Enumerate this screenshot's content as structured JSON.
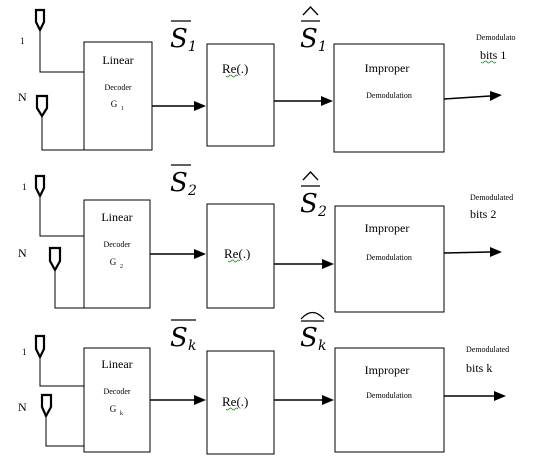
{
  "stages": [
    {
      "antenna_top_label": "1",
      "antenna_bottom_label": "N",
      "decoder_title": "Linear",
      "decoder_subtitle": "Decoder",
      "decoder_gain": "G",
      "decoder_gain_sub": "1",
      "signal_symbol": "S",
      "signal_sub": "1",
      "estimate_symbol": "S",
      "estimate_sub": "1",
      "re_label": "Re(.)",
      "demod_title": "Improper",
      "demod_subtitle": "Demodulation",
      "output_line1": "Demodulato",
      "output_line2": "bits 1"
    },
    {
      "antenna_top_label": "1",
      "antenna_bottom_label": "N",
      "decoder_title": "Linear",
      "decoder_subtitle": "Decoder",
      "decoder_gain": "G",
      "decoder_gain_sub": "2",
      "signal_symbol": "S",
      "signal_sub": "2",
      "estimate_symbol": "S",
      "estimate_sub": "2",
      "re_label": "Re(.)",
      "demod_title": "Improper",
      "demod_subtitle": "Demodulation",
      "output_line1": "Demodulated",
      "output_line2": "bits 2"
    },
    {
      "antenna_top_label": "1",
      "antenna_bottom_label": "N",
      "decoder_title": "Linear",
      "decoder_subtitle": "Decoder",
      "decoder_gain": "G",
      "decoder_gain_sub": "k",
      "signal_symbol": "S",
      "signal_sub": "k",
      "estimate_symbol": "S",
      "estimate_sub": "k",
      "re_label": "Re(.)",
      "demod_title": "Improper",
      "demod_subtitle": "Demodulation",
      "output_line1": "Demodulated",
      "output_line2": "bits k"
    }
  ]
}
